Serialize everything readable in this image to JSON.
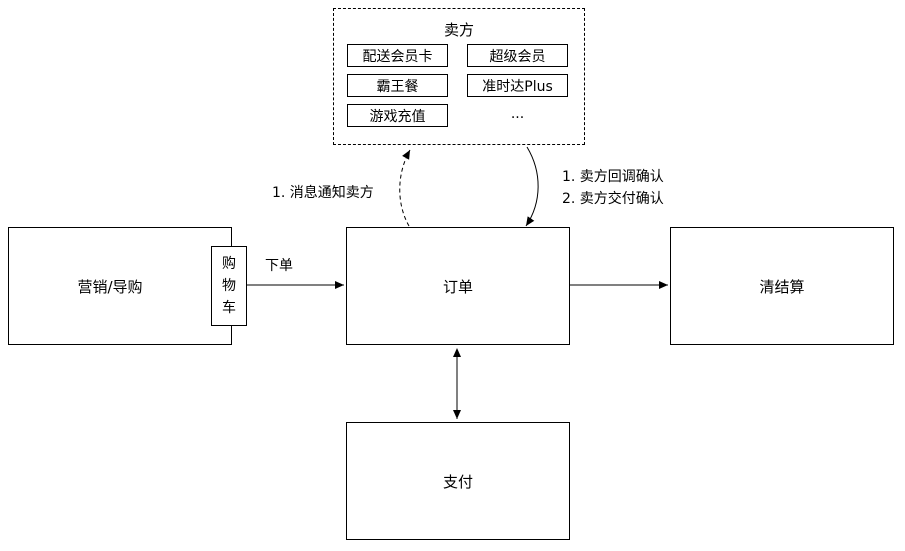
{
  "seller": {
    "title": "卖方",
    "items": [
      "配送会员卡",
      "超级会员",
      "霸王餐",
      "准时达Plus",
      "游戏充值"
    ],
    "more": "..."
  },
  "marketing": {
    "label": "营销/导购"
  },
  "cart": {
    "chars": [
      "购",
      "物",
      "车"
    ]
  },
  "order": {
    "label": "订单"
  },
  "settlement": {
    "label": "清结算"
  },
  "payment": {
    "label": "支付"
  },
  "edges": {
    "place_order": "下单",
    "notify_seller": "1. 消息通知卖方",
    "seller_callback": "1. 卖方回调确认",
    "seller_delivery": "2. 卖方交付确认"
  }
}
